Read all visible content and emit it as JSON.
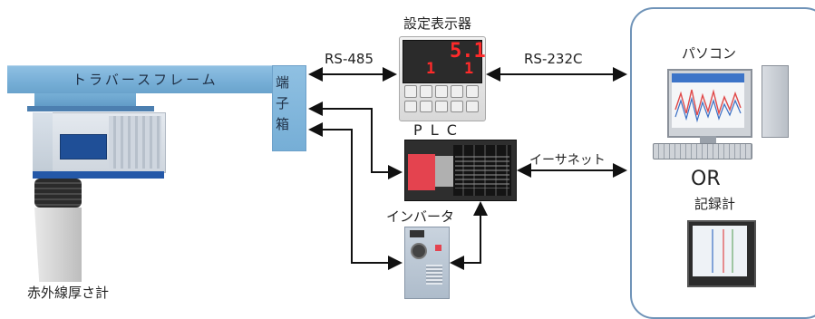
{
  "labels": {
    "traverse_frame": "トラバースフレーム",
    "terminal_box": [
      "端",
      "子",
      "箱"
    ],
    "setting_display": "設定表示器",
    "rs485": "RS-485",
    "rs232c": "RS-232C",
    "plc": "P L C",
    "ethernet": "イーサネット",
    "inverter": "インバータ",
    "pc": "パソコン",
    "or": "OR",
    "recorder": "記録計",
    "gauge": "赤外線厚さ計"
  },
  "display": {
    "upper": "5.1",
    "lower": "1"
  },
  "colors": {
    "frame": "#7fb5dc",
    "accent_red": "#e4434f",
    "panel_border": "#6f93b8",
    "trace_blue": "#3a6fc4",
    "trace_red": "#e04848"
  }
}
